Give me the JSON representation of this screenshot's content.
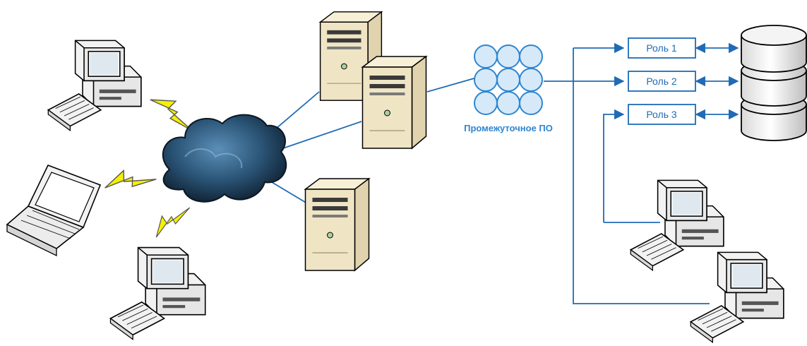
{
  "middleware": {
    "label": "Промежуточное ПО"
  },
  "roles": [
    {
      "label": "Роль 1"
    },
    {
      "label": "Роль 2"
    },
    {
      "label": "Роль 3"
    }
  ],
  "colors": {
    "line": "#1f6bb5",
    "bubble": "#2e86d0",
    "lightning": "#f5f000",
    "cloud": "#274a68",
    "server": "#efe4c4"
  },
  "icons": [
    "desktop-computer-icon",
    "laptop-icon",
    "server-icon",
    "cloud-icon",
    "lightning-icon",
    "database-icon",
    "middleware-icon"
  ]
}
